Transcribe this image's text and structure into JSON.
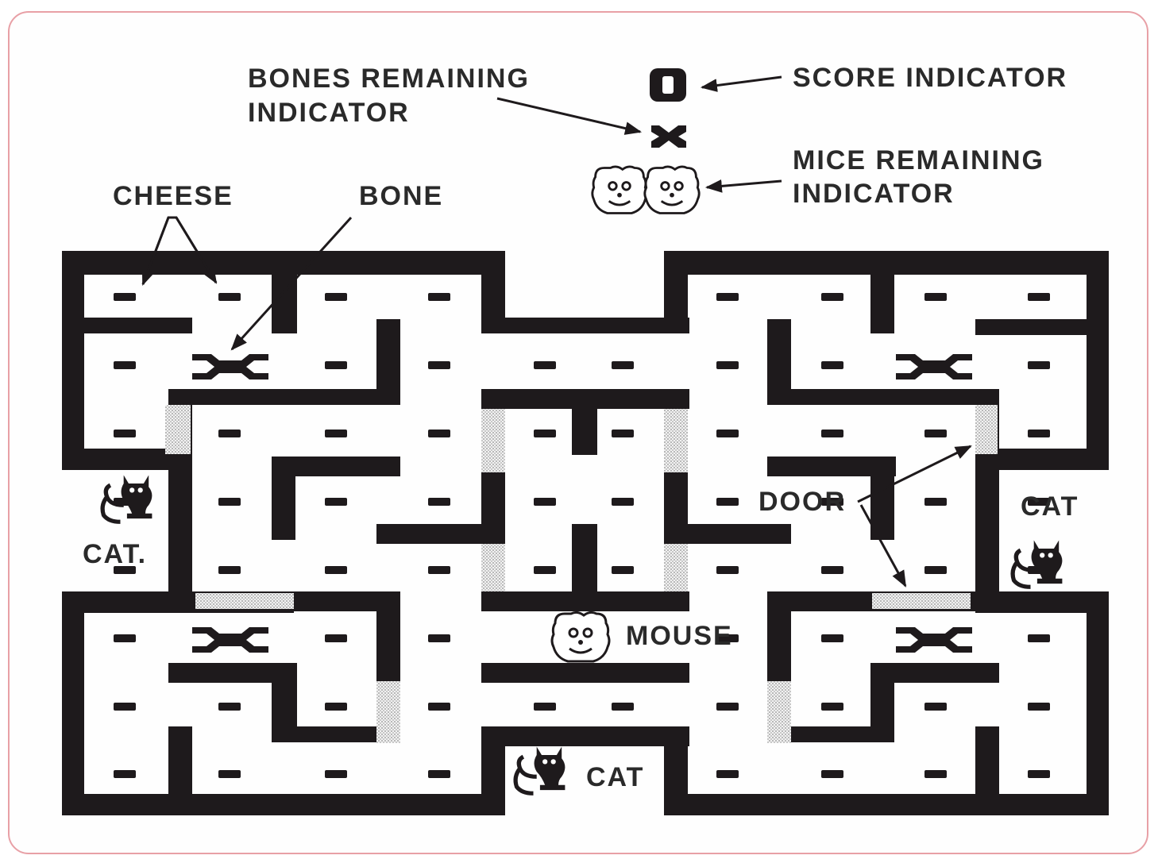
{
  "labels": {
    "bones_remaining": [
      "BONES REMAINING",
      "INDICATOR"
    ],
    "score_indicator": "SCORE INDICATOR",
    "mice_remaining": [
      "MICE REMAINING",
      "INDICATOR"
    ],
    "cheese": "CHEESE",
    "bone": "BONE",
    "door": "DOOR",
    "cat_left": "CAT.",
    "cat_right": "CAT",
    "cat_bottom": "CAT",
    "mouse": "MOUSE"
  },
  "hud": {
    "score_value": "0",
    "bones_remaining_count": 1,
    "mice_remaining_count": 2
  },
  "colors": {
    "wall": "#1e1a1c",
    "door": "#d6d6d6",
    "frame": "#e8a0a6",
    "background": "#ffffff"
  },
  "icons": {
    "mouse": "mouse-icon",
    "cat": "cat-icon",
    "bone": "bone-icon",
    "cheese": "cheese-icon"
  },
  "maze": {
    "bones_in_maze": 4,
    "cats_in_maze": 3,
    "mice_in_maze": 1
  }
}
